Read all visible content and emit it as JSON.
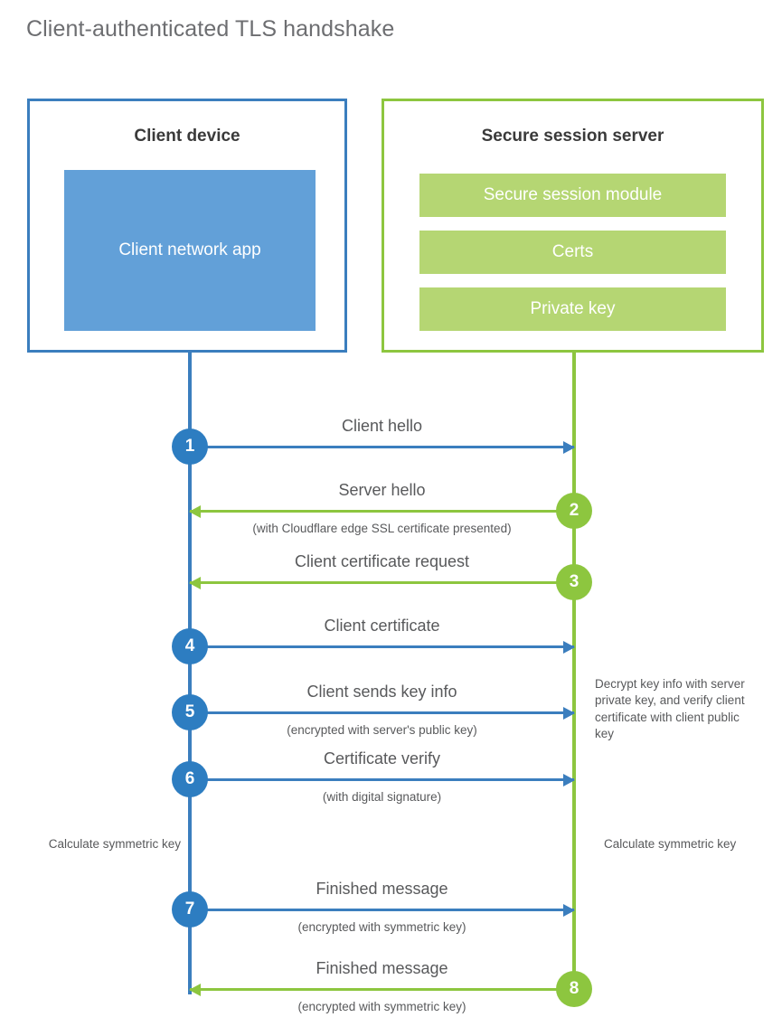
{
  "title": "Client-authenticated TLS handshake",
  "colors": {
    "blue_border": "#3b7ebe",
    "blue_fill": "#62a0d8",
    "blue_circle": "#2d7dc1",
    "green_border": "#8dc63f",
    "green_fill": "#b5d673",
    "green_circle": "#8dc63f",
    "text": "#58595b",
    "heading": "#3a3a3a",
    "title": "#6d6e71"
  },
  "client": {
    "title": "Client device",
    "app_label": "Client network app"
  },
  "server": {
    "title": "Secure session server",
    "components": [
      "Secure session module",
      "Certs",
      "Private key"
    ]
  },
  "messages": [
    {
      "number": "1",
      "label": "Client hello",
      "sub": "",
      "direction": "client-to-server",
      "color": "blue"
    },
    {
      "number": "2",
      "label": "Server hello",
      "sub": "(with Cloudflare edge SSL certificate presented)",
      "direction": "server-to-client",
      "color": "green"
    },
    {
      "number": "3",
      "label": "Client certificate request",
      "sub": "",
      "direction": "server-to-client",
      "color": "green"
    },
    {
      "number": "4",
      "label": "Client certificate",
      "sub": "",
      "direction": "client-to-server",
      "color": "blue"
    },
    {
      "number": "5",
      "label": "Client sends key info",
      "sub": "(encrypted with server's public key)",
      "direction": "client-to-server",
      "color": "blue"
    },
    {
      "number": "6",
      "label": "Certificate verify",
      "sub": "(with digital signature)",
      "direction": "client-to-server",
      "color": "blue"
    },
    {
      "number": "7",
      "label": "Finished message",
      "sub": "(encrypted with symmetric key)",
      "direction": "client-to-server",
      "color": "blue"
    },
    {
      "number": "8",
      "label": "Finished message",
      "sub": "(encrypted with symmetric key)",
      "direction": "server-to-client",
      "color": "green"
    }
  ],
  "notes": {
    "decrypt": "Decrypt key info with server private key, and verify client certificate with client public key",
    "calculate_client": "Calculate symmetric key",
    "calculate_server": "Calculate symmetric key"
  }
}
